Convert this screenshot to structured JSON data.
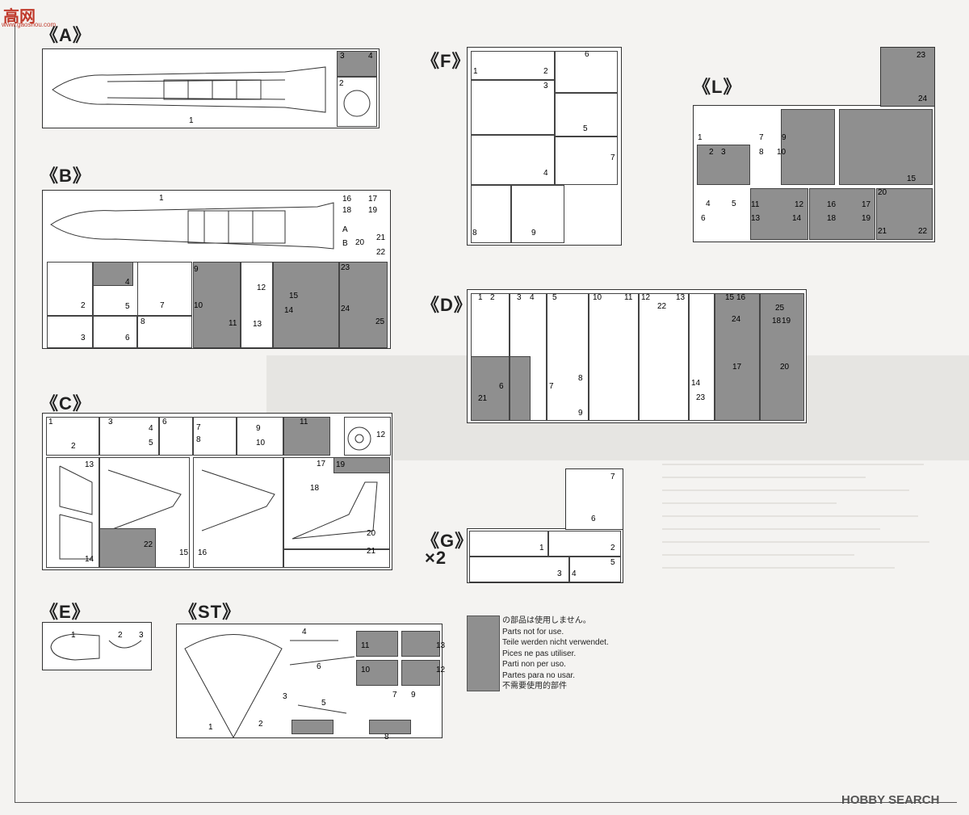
{
  "site": {
    "logo": "高网",
    "url": "www.gaoshou.com"
  },
  "brand": "HOBBY SEARCH",
  "sprues": {
    "A": {
      "label": "《A》",
      "parts": [
        "1",
        "2",
        "3",
        "4"
      ]
    },
    "B": {
      "label": "《B》",
      "parts": [
        "1",
        "2",
        "3",
        "4",
        "5",
        "6",
        "7",
        "8",
        "9",
        "10",
        "11",
        "12",
        "13",
        "14",
        "15",
        "16",
        "17",
        "18",
        "19",
        "20",
        "21",
        "22",
        "23",
        "24",
        "25",
        "A",
        "B"
      ]
    },
    "C": {
      "label": "《C》",
      "parts": [
        "1",
        "2",
        "3",
        "4",
        "5",
        "6",
        "7",
        "8",
        "9",
        "10",
        "11",
        "12",
        "13",
        "14",
        "15",
        "16",
        "17",
        "18",
        "19",
        "20",
        "21",
        "22"
      ]
    },
    "D": {
      "label": "《D》",
      "parts": [
        "1",
        "2",
        "3",
        "4",
        "5",
        "6",
        "7",
        "8",
        "9",
        "10",
        "11",
        "12",
        "13",
        "14",
        "15",
        "16",
        "17",
        "18",
        "19",
        "20",
        "21",
        "22",
        "23",
        "24",
        "25"
      ]
    },
    "E": {
      "label": "《E》",
      "parts": [
        "1",
        "2",
        "3"
      ]
    },
    "F": {
      "label": "《F》",
      "parts": [
        "1",
        "2",
        "3",
        "4",
        "5",
        "6",
        "7",
        "8",
        "9"
      ]
    },
    "G": {
      "label": "《G》",
      "multiplier": "×2",
      "parts": [
        "1",
        "2",
        "3",
        "4",
        "5",
        "6",
        "7"
      ]
    },
    "L": {
      "label": "《L》",
      "parts": [
        "1",
        "2",
        "3",
        "4",
        "5",
        "6",
        "7",
        "8",
        "9",
        "10",
        "11",
        "12",
        "13",
        "14",
        "15",
        "16",
        "17",
        "18",
        "19",
        "20",
        "21",
        "22",
        "23",
        "24"
      ]
    },
    "ST": {
      "label": "《ST》",
      "parts": [
        "1",
        "2",
        "3",
        "4",
        "5",
        "6",
        "7",
        "8",
        "9",
        "10",
        "11",
        "12",
        "13"
      ]
    }
  },
  "legend": {
    "swatch_color": "#8f8f8f",
    "lines": [
      "の部品は使用しません。",
      "Parts not for use.",
      "Teile werden nicht verwendet.",
      "Pices  ne pas utiliser.",
      "Parti non per uso.",
      "Partes para no usar.",
      "不需要使用的部件"
    ]
  }
}
